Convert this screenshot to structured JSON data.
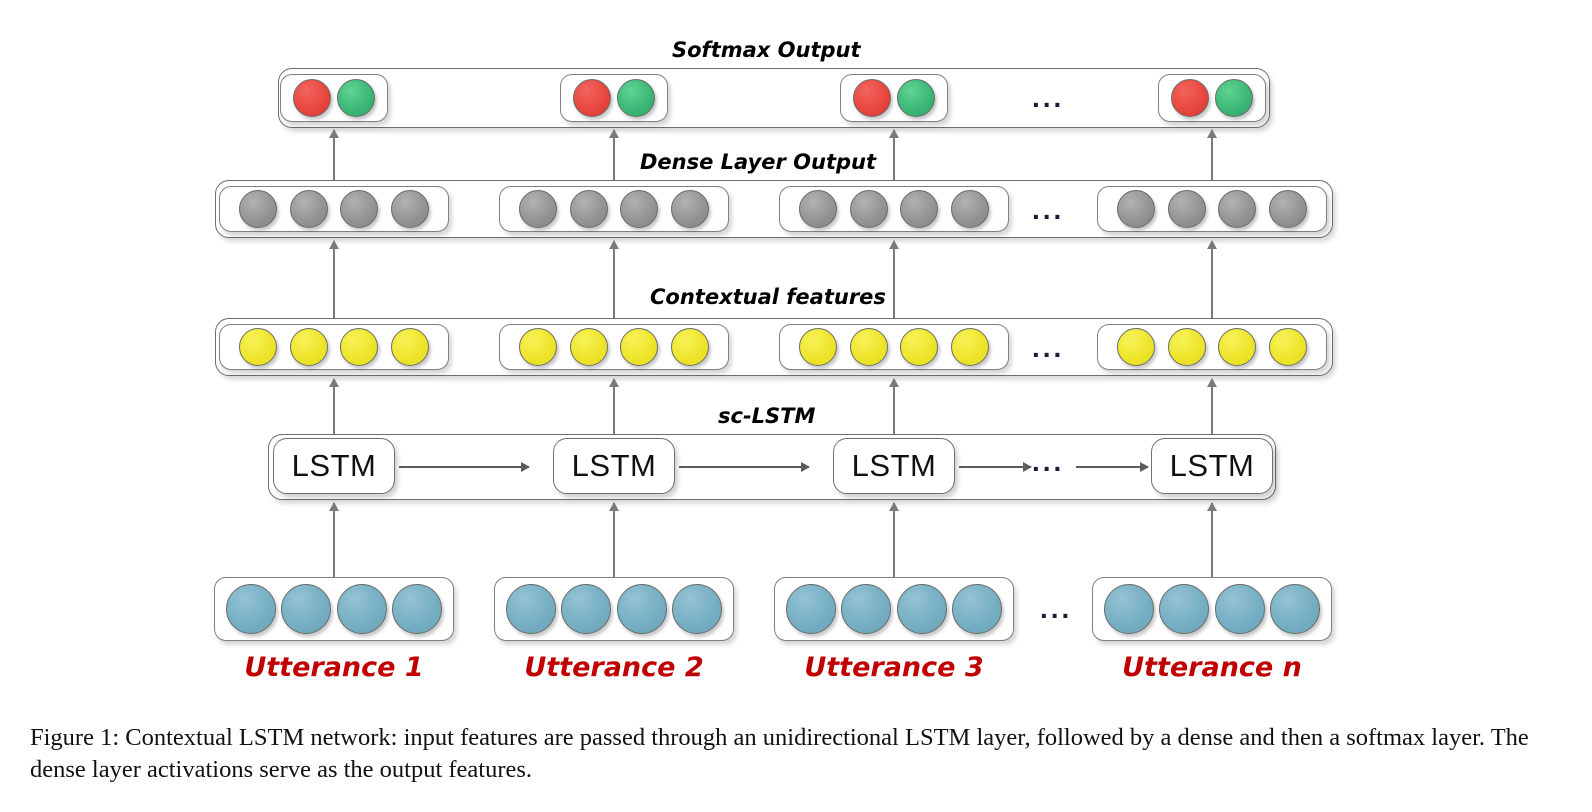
{
  "figure": {
    "caption": "Figure 1: Contextual LSTM network: input features are passed through an unidirectional LSTM layer, followed by a dense and then a softmax layer. The dense layer activations serve as the output features.",
    "ellipsis": "...",
    "colors": {
      "red": "#e8473f",
      "green": "#3cb878",
      "gray": "#949494",
      "yellow": "#eee52b",
      "blue": "#76afc3",
      "utterance_label": "#c00000",
      "box_border": "#808080",
      "arrow": "#7a7a7a"
    }
  },
  "layers": [
    {
      "id": "softmax",
      "label": "Softmax Output",
      "node_colors": [
        "red",
        "green"
      ],
      "nodes_per_cell": 2,
      "cells": 4
    },
    {
      "id": "dense",
      "label": "Dense Layer Output",
      "node_colors": [
        "gray",
        "gray",
        "gray",
        "gray"
      ],
      "nodes_per_cell": 4,
      "cells": 4
    },
    {
      "id": "contextual",
      "label": "Contextual features",
      "node_colors": [
        "yellow",
        "yellow",
        "yellow",
        "yellow"
      ],
      "nodes_per_cell": 4,
      "cells": 4
    },
    {
      "id": "sclstm",
      "label": "sc-LSTM",
      "cell_text": "LSTM",
      "cells": 4
    },
    {
      "id": "input",
      "label": "",
      "node_colors": [
        "blue",
        "blue",
        "blue",
        "blue"
      ],
      "nodes_per_cell": 4,
      "cells": 4
    }
  ],
  "lstm_cells": [
    {
      "text": "LSTM"
    },
    {
      "text": "LSTM"
    },
    {
      "text": "LSTM"
    },
    {
      "text": "LSTM"
    }
  ],
  "utterances": [
    {
      "label": "Utterance 1"
    },
    {
      "label": "Utterance 2"
    },
    {
      "label": "Utterance 3"
    },
    {
      "label": "Utterance n"
    }
  ]
}
